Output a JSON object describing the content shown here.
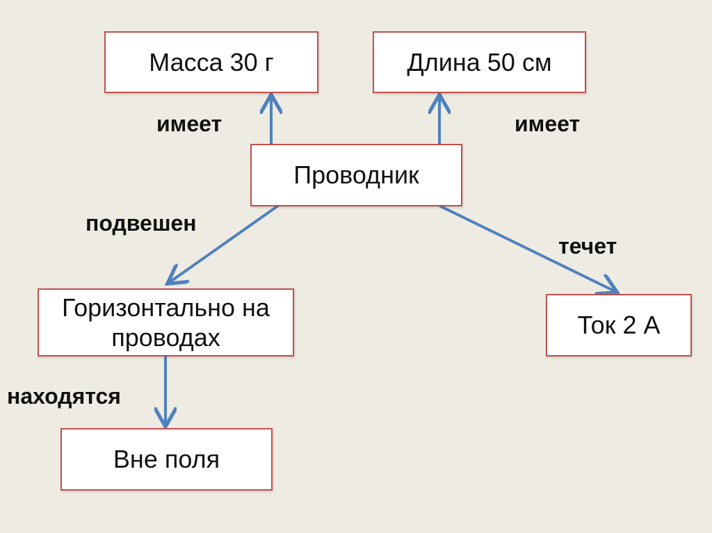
{
  "nodes": {
    "mass": "Масса 30 г",
    "length": "Длина 50 см",
    "conductor": "Проводник",
    "horizontal": "Горизонтально на проводах",
    "current": "Ток 2 А",
    "outside": "Вне поля"
  },
  "edges": {
    "has_mass": "имеет",
    "has_length": "имеет",
    "suspended": "подвешен",
    "flows": "течет",
    "located": "находятся"
  },
  "colors": {
    "border": "#c0504d",
    "arrow": "#4f81bd",
    "background": "#eeebe2"
  }
}
